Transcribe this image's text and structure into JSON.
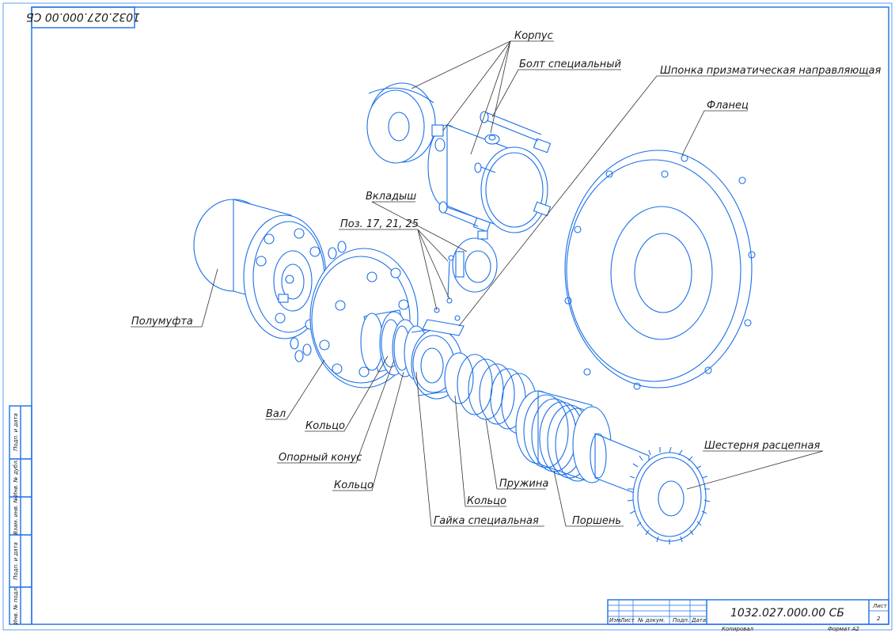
{
  "sheet": {
    "corner_code": "1032.027.000.00 СБ",
    "designation": "1032.027.000.00 СБ"
  },
  "labels": {
    "korpus": "Корпус",
    "bolt": "Болт специальный",
    "shponka": "Шпонка призматическая направляющая",
    "flanec": "Фланец",
    "vkladysh": "Вкладыш",
    "poz": "Поз. 17, 21, 25",
    "polumufta": "Полумуфта",
    "val": "Вал",
    "kolco1": "Кольцо",
    "opornyi_konus": "Опорный конус",
    "kolco2": "Кольцо",
    "pruzhina": "Пружина",
    "kolco3": "Кольцо",
    "gaika": "Гайка  специальная",
    "porshen": "Поршень",
    "shesternya": "Шестерня расцепная"
  },
  "side_stamp": [
    "Инв. № подл.",
    "Подп. и дата",
    "Взам. инв. №",
    "Инв. № дубл.",
    "Подп. и дата"
  ],
  "title_block": {
    "cols": [
      "Изм.",
      "Лист",
      "№ докум.",
      "Подп.",
      "Дата"
    ],
    "sheet_label": "Лист",
    "sheet_no": "2",
    "copied": "Копировал",
    "format": "Формат    А2"
  }
}
